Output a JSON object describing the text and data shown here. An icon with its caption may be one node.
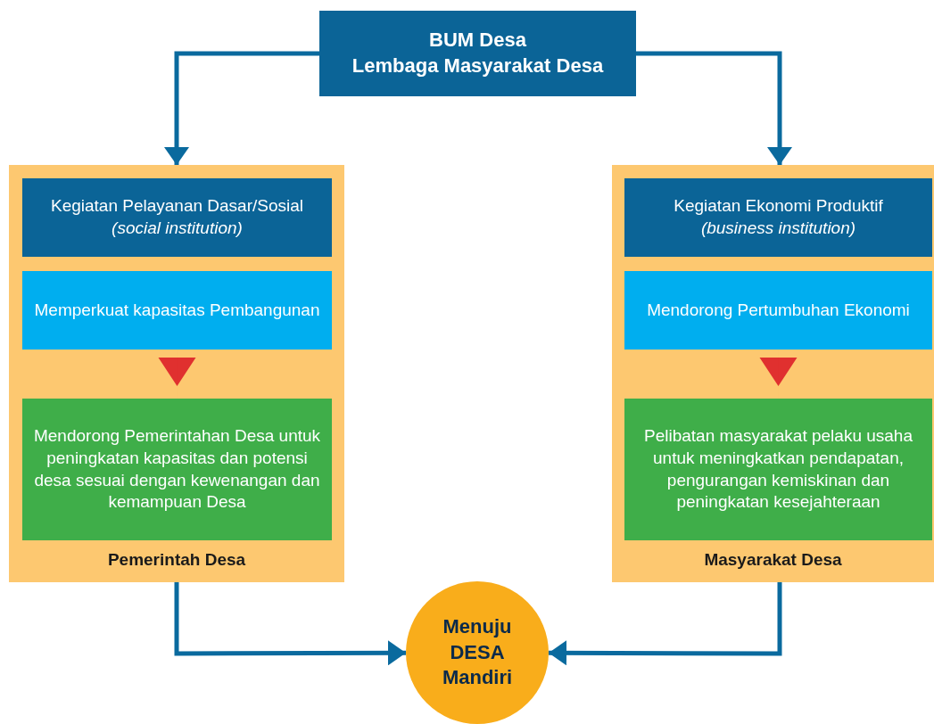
{
  "diagram": {
    "nodes": [
      {
        "text": [
          "BUM Desa",
          "Lembaga Masyarakat Desa"
        ]
      },
      {
        "text": [
          "Pemerintah Desa"
        ]
      },
      {
        "text": [
          "Kegiatan Pelayanan Dasar/Sosial",
          "(social institution)"
        ],
        "in": 1
      },
      {
        "text": [
          "Memperkuat kapasitas Pembangunan"
        ],
        "in": 1
      },
      {
        "text": [
          "Mendorong Pemerintahan Desa untuk peningkatan kapasitas dan potensi desa sesuai dengan kewenangan dan kemampuan Desa"
        ],
        "in": 1
      },
      {
        "text": [
          "Masyarakat Desa"
        ]
      },
      {
        "text": [
          "Kegiatan Ekonomi Produktif",
          "(business institution)"
        ],
        "in": 5
      },
      {
        "text": [
          "Mendorong Pertumbuhan Ekonomi"
        ],
        "in": 5
      },
      {
        "text": [
          "Pelibatan masyarakat pelaku usaha untuk meningkatkan pendapatan, pengurangan kemiskinan dan peningkatan kesejahteraan"
        ],
        "in": 5
      },
      {
        "text": [
          "Menuju DESA Mandiri"
        ]
      }
    ],
    "edges": [
      {
        "from": 0,
        "to": 1,
        "arrow": "to"
      },
      {
        "from": 0,
        "to": 5,
        "arrow": "to"
      },
      {
        "from": 3,
        "to": 4,
        "arrow": "to",
        "color": "#e0302f"
      },
      {
        "from": 7,
        "to": 8,
        "arrow": "to",
        "color": "#e0302f"
      },
      {
        "from": 1,
        "to": 9,
        "arrow": "to"
      },
      {
        "from": 5,
        "to": 9,
        "arrow": "to"
      }
    ]
  }
}
